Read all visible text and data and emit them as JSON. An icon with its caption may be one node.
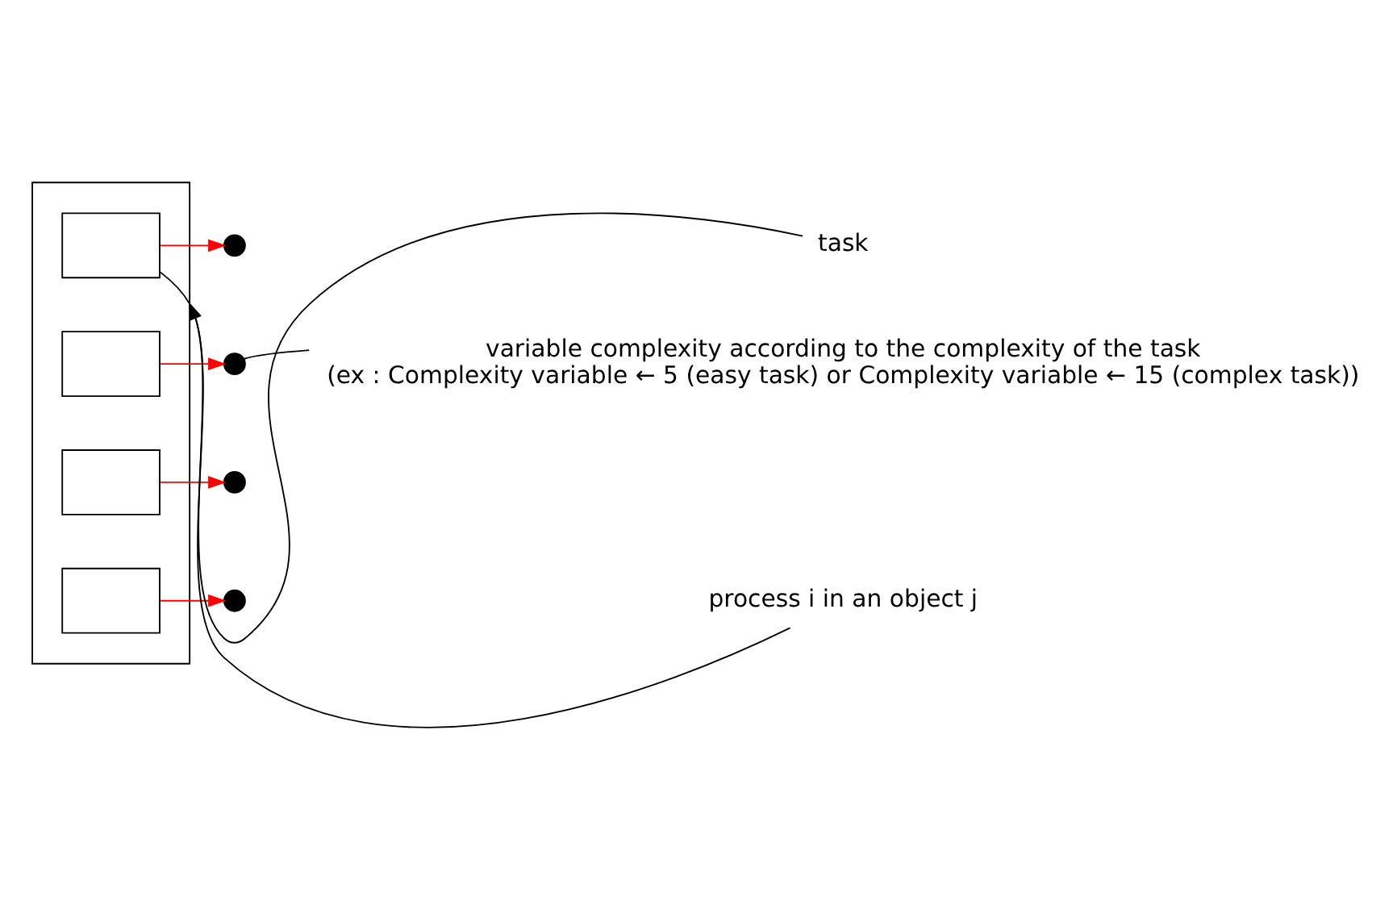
{
  "diagram": {
    "nodes": [
      {
        "text": [],
        "shape": "band"
      },
      {
        "text": [],
        "shape": "box",
        "in": 0
      },
      {
        "text": [],
        "shape": "box",
        "in": 0
      },
      {
        "text": [],
        "shape": "box",
        "in": 0
      },
      {
        "text": [],
        "shape": "box",
        "in": 0
      },
      {
        "text": [],
        "shape": "circle"
      },
      {
        "text": [],
        "shape": "circle"
      },
      {
        "text": [],
        "shape": "circle"
      },
      {
        "text": [],
        "shape": "circle"
      },
      {
        "text": [
          "task"
        ]
      },
      {
        "text": [
          "variable complexity according to the complexity of the task",
          "(ex : Complexity variable ← 5 (easy task) or Complexity variable ← 15 (complex task))"
        ]
      },
      {
        "text": [
          "process i in an object j"
        ]
      }
    ],
    "edges": [
      {
        "from": 1,
        "to": 5,
        "arrow": "to",
        "color": "#ff0000"
      },
      {
        "from": 2,
        "to": 6,
        "arrow": "to",
        "color": "#ff0000"
      },
      {
        "from": 3,
        "to": 7,
        "arrow": "to",
        "color": "#ff0000"
      },
      {
        "from": 4,
        "to": 8,
        "arrow": "to",
        "color": "#ff0000"
      },
      {
        "from": 9,
        "to": 1,
        "arrow": "none",
        "color": "#000000"
      },
      {
        "from": 10,
        "to": 6,
        "arrow": "none",
        "color": "#000000"
      },
      {
        "from": 11,
        "to": 0,
        "arrow": "to",
        "color": "#000000"
      }
    ]
  }
}
